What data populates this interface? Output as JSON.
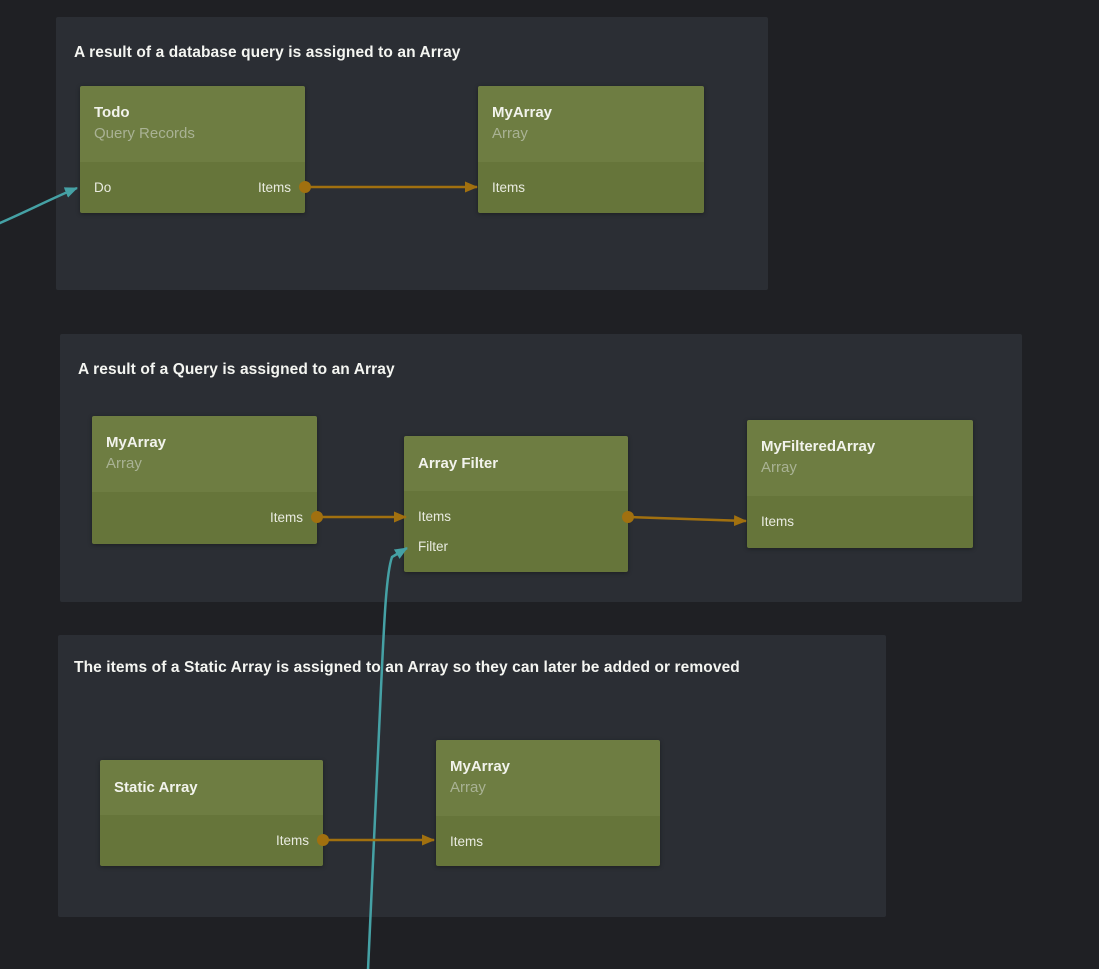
{
  "colors": {
    "canvas_bg": "#1f2024",
    "group_bg": "#2b2e34",
    "node_header": "#6e7d42",
    "node_body": "#66753a",
    "node_title": "#f2f3ec",
    "node_subtitle": "#a9b294",
    "port_label": "#e9ebe0",
    "group_title": "#f4f5f1",
    "connection_orange": "#a1700f",
    "connection_teal": "#45a1a5"
  },
  "groups": [
    {
      "title": "A result of a database query is assigned to an Array",
      "nodes": [
        {
          "title": "Todo",
          "subtitle": "Query Records",
          "ports": [
            {
              "left": "Do",
              "right": "Items"
            }
          ]
        },
        {
          "title": "MyArray",
          "subtitle": "Array",
          "ports": [
            {
              "left": "Items"
            }
          ]
        }
      ]
    },
    {
      "title": "A result of a Query is assigned to an Array",
      "nodes": [
        {
          "title": "MyArray",
          "subtitle": "Array",
          "ports": [
            {
              "right": "Items"
            }
          ]
        },
        {
          "title": "Array Filter",
          "ports": [
            {
              "left": "Items"
            },
            {
              "left": "Filter"
            }
          ]
        },
        {
          "title": "MyFilteredArray",
          "subtitle": "Array",
          "ports": [
            {
              "left": "Items"
            }
          ]
        }
      ]
    },
    {
      "title": "The items of a Static Array is assigned to an Array so they can later be added or removed",
      "nodes": [
        {
          "title": "Static Array",
          "ports": [
            {
              "right": "Items"
            }
          ]
        },
        {
          "title": "MyArray",
          "subtitle": "Array",
          "ports": [
            {
              "left": "Items"
            }
          ]
        }
      ]
    }
  ],
  "connections": [
    {
      "from": "offscreen-left",
      "to": "Todo.Do",
      "color": "teal"
    },
    {
      "from": "Todo.Items",
      "to": "MyArray.Items",
      "color": "orange"
    },
    {
      "from": "MyArray.Items",
      "to": "Array Filter.Items",
      "color": "orange"
    },
    {
      "from": "Array Filter.Items",
      "to": "MyFilteredArray.Items",
      "color": "orange"
    },
    {
      "from": "offscreen-bottom",
      "to": "Array Filter.Filter",
      "color": "teal"
    },
    {
      "from": "Static Array.Items",
      "to": "MyArray.Items",
      "color": "orange"
    }
  ]
}
